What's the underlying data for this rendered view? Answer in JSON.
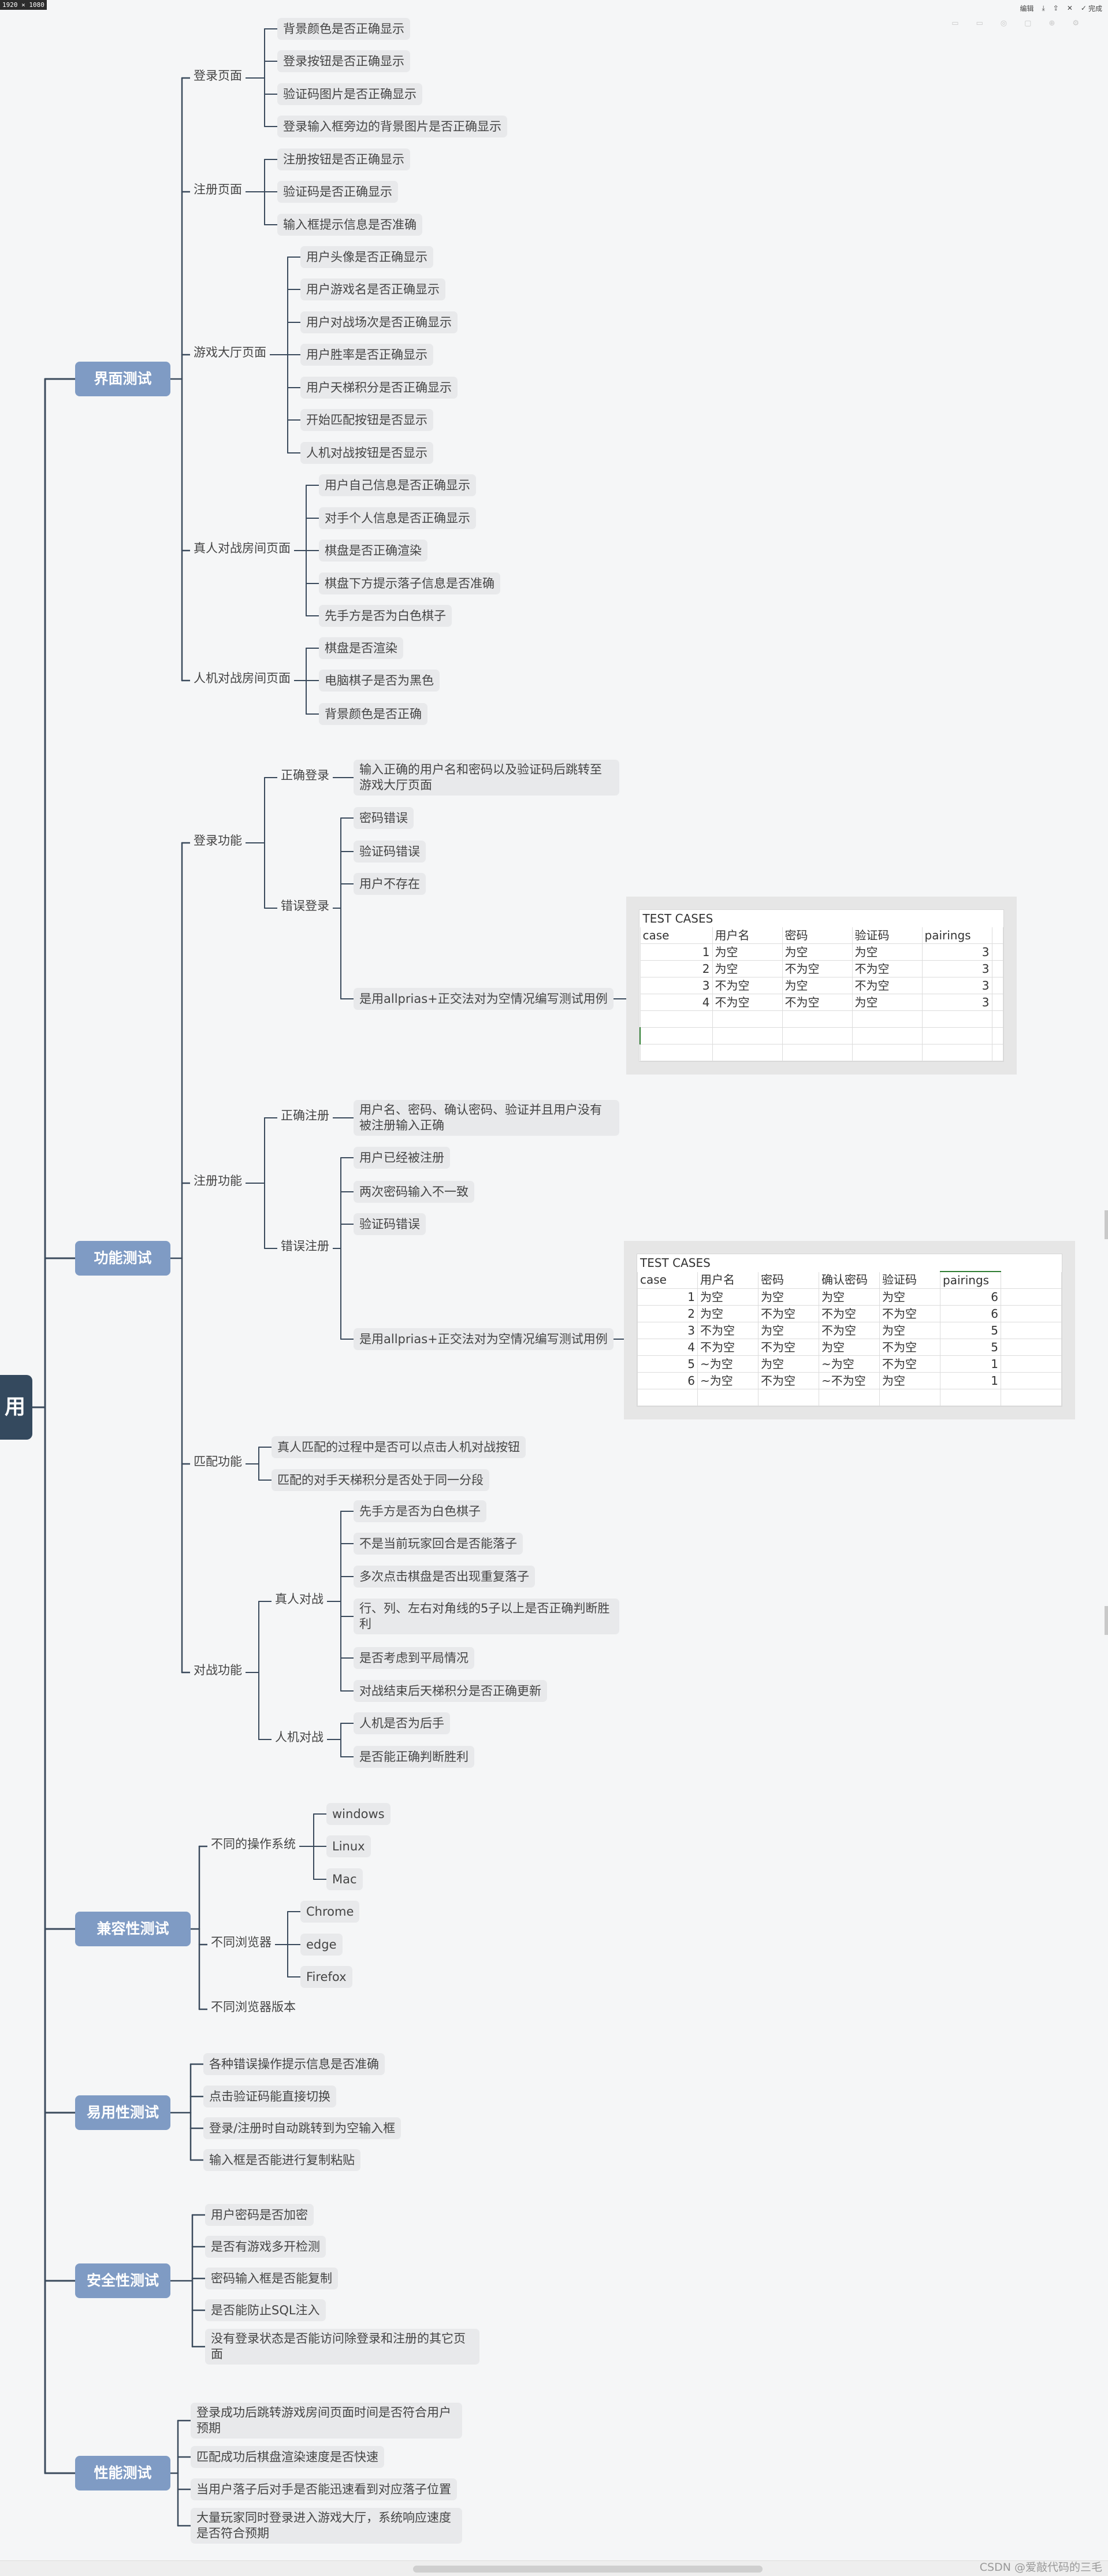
{
  "image_size_label": "1920 × 1080",
  "toolbar": {
    "edit": "编辑",
    "done": "完成"
  },
  "root_label": "用",
  "watermark": "CSDN @爱敲代码的三毛",
  "categories": [
    {
      "label": "界面测试",
      "children": [
        {
          "label": "登录页面",
          "leaves": [
            "背景颜色是否正确显示",
            "登录按钮是否正确显示",
            "验证码图片是否正确显示",
            "登录输入框旁边的背景图片是否正确显示"
          ]
        },
        {
          "label": "注册页面",
          "leaves": [
            "注册按钮是否正确显示",
            "验证码是否正确显示",
            "输入框提示信息是否准确"
          ]
        },
        {
          "label": "游戏大厅页面",
          "leaves": [
            "用户头像是否正确显示",
            "用户游戏名是否正确显示",
            "用户对战场次是否正确显示",
            "用户胜率是否正确显示",
            "用户天梯积分是否正确显示",
            "开始匹配按钮是否显示",
            "人机对战按钮是否显示"
          ]
        },
        {
          "label": "真人对战房间页面",
          "leaves": [
            "用户自己信息是否正确显示",
            "对手个人信息是否正确显示",
            "棋盘是否正确渲染",
            "棋盘下方提示落子信息是否准确",
            "先手方是否为白色棋子"
          ]
        },
        {
          "label": "人机对战房间页面",
          "leaves": [
            "棋盘是否渲染",
            "电脑棋子是否为黑色",
            "背景颜色是否正确"
          ]
        }
      ]
    },
    {
      "label": "功能测试",
      "children": [
        {
          "label": "登录功能",
          "groups": [
            {
              "label": "正确登录",
              "leaves": [
                "输入正确的用户名和密码以及验证码后跳转至游戏大厅页面"
              ]
            },
            {
              "label": "错误登录",
              "leaves": [
                "密码错误",
                "验证码错误",
                "用户不存在",
                "是用allprias+正交法对为空情况编写测试用例"
              ]
            }
          ]
        },
        {
          "label": "注册功能",
          "groups": [
            {
              "label": "正确注册",
              "leaves": [
                "用户名、密码、确认密码、验证并且用户没有被注册输入正确"
              ]
            },
            {
              "label": "错误注册",
              "leaves": [
                "用户已经被注册",
                "两次密码输入不一致",
                "验证码错误",
                "是用allprias+正交法对为空情况编写测试用例"
              ]
            }
          ]
        },
        {
          "label": "匹配功能",
          "leaves": [
            "真人匹配的过程中是否可以点击人机对战按钮",
            "匹配的对手天梯积分是否处于同一分段"
          ]
        },
        {
          "label": "对战功能",
          "groups": [
            {
              "label": "真人对战",
              "leaves": [
                "先手方是否为白色棋子",
                "不是当前玩家回合是否能落子",
                "多次点击棋盘是否出现重复落子",
                "行、列、左右对角线的5子以上是否正确判断胜利",
                "是否考虑到平局情况",
                "对战结束后天梯积分是否正确更新"
              ]
            },
            {
              "label": "人机对战",
              "leaves": [
                "人机是否为后手",
                "是否能正确判断胜利"
              ]
            }
          ]
        }
      ]
    },
    {
      "label": "兼容性测试",
      "children": [
        {
          "label": "不同的操作系统",
          "leaves": [
            "windows",
            "Linux",
            "Mac"
          ]
        },
        {
          "label": "不同浏览器",
          "leaves": [
            "Chrome",
            "edge",
            "Firefox"
          ]
        },
        {
          "label": "不同浏览器版本",
          "leaves": []
        }
      ]
    },
    {
      "label": "易用性测试",
      "leaves": [
        "各种错误操作提示信息是否准确",
        "点击验证码能直接切换",
        "登录/注册时自动跳转到为空输入框",
        "输入框是否能进行复制粘贴"
      ]
    },
    {
      "label": "安全性测试",
      "leaves": [
        "用户密码是否加密",
        "是否有游戏多开检测",
        "密码输入框是否能复制",
        "是否能防止SQL注入",
        "没有登录状态是否能访问除登录和注册的其它页面"
      ]
    },
    {
      "label": "性能测试",
      "leaves": [
        "登录成功后跳转游戏房间页面时间是否符合用户预期",
        "匹配成功后棋盘渲染速度是否快速",
        "当用户落子后对手是否能迅速看到对应落子位置",
        "大量玩家同时登录进入游戏大厅，系统响应速度是否符合预期"
      ]
    }
  ],
  "tables": {
    "login": {
      "title": "TEST CASES",
      "headers": [
        "case",
        "用户名",
        "密码",
        "验证码",
        "pairings"
      ],
      "rows": [
        [
          "1",
          "为空",
          "为空",
          "为空",
          "3"
        ],
        [
          "2",
          "为空",
          "不为空",
          "不为空",
          "3"
        ],
        [
          "3",
          "不为空",
          "为空",
          "不为空",
          "3"
        ],
        [
          "4",
          "不为空",
          "不为空",
          "为空",
          "3"
        ]
      ]
    },
    "register": {
      "title": "TEST CASES",
      "headers": [
        "case",
        "用户名",
        "密码",
        "确认密码",
        "验证码",
        "pairings"
      ],
      "rows": [
        [
          "1",
          "为空",
          "为空",
          "为空",
          "为空",
          "6"
        ],
        [
          "2",
          "为空",
          "不为空",
          "不为空",
          "不为空",
          "6"
        ],
        [
          "3",
          "不为空",
          "为空",
          "不为空",
          "为空",
          "5"
        ],
        [
          "4",
          "不为空",
          "不为空",
          "为空",
          "不为空",
          "5"
        ],
        [
          "5",
          "~为空",
          "为空",
          "~为空",
          "不为空",
          "1"
        ],
        [
          "6",
          "~为空",
          "不为空",
          "~不为空",
          "为空",
          "1"
        ]
      ]
    }
  }
}
